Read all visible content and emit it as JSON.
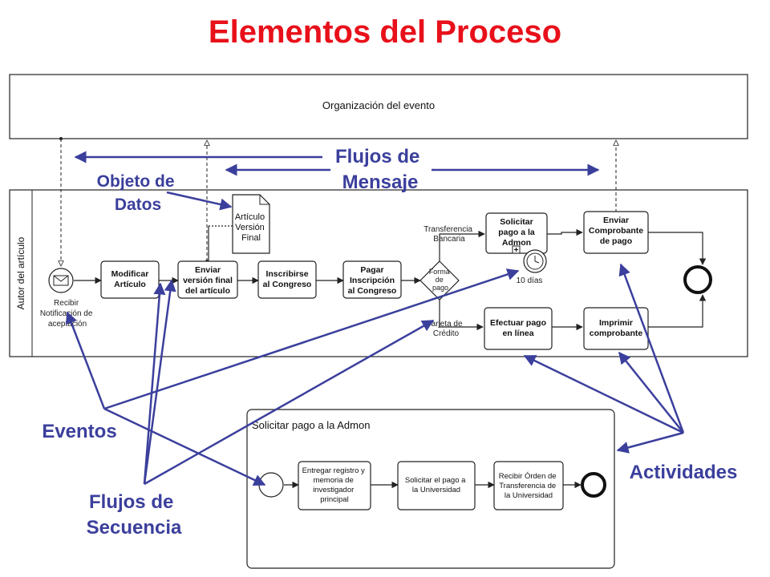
{
  "title": "Elementos del Proceso",
  "pool_top": {
    "label": "Organización del evento"
  },
  "pool_main": {
    "lane_label": "Autor del artículo"
  },
  "events": {
    "start": [
      "Recibir",
      "Notificación de",
      "aceptación"
    ],
    "timer": "10 días",
    "gateway_out_top": [
      "Transferencia",
      "Bancaria"
    ],
    "gateway_out_bottom": [
      "Tarjeta de",
      "Crédito"
    ]
  },
  "tasks": {
    "modificar": [
      "Modificar",
      "Artículo"
    ],
    "enviar_final": [
      "Enviar",
      "versión final",
      "del artículo"
    ],
    "inscribirse": [
      "Inscribirse",
      "al Congreso"
    ],
    "pagar": [
      "Pagar",
      "Inscripción",
      "al Congreso"
    ],
    "solicitar_pago": [
      "Solicitar",
      "pago a la",
      "Admon"
    ],
    "enviar_comprobante": [
      "Enviar",
      "Comprobante",
      "de pago"
    ],
    "efectuar_pago": [
      "Efectuar pago",
      "en línea"
    ],
    "imprimir": [
      "Imprimir",
      "comprobante"
    ]
  },
  "gateway": [
    "Forma",
    "de",
    "pago"
  ],
  "data_object": [
    "Artículo",
    "Versión",
    "Final"
  ],
  "subprocess": {
    "title": "Solicitar pago a la Admon",
    "t1": [
      "Entregar registro y",
      "memoria de",
      "investigador",
      "principal"
    ],
    "t2": [
      "Solicitar el pago a",
      "la Universidad"
    ],
    "t3": [
      "Recibir Órden de",
      "Transferencia de",
      "la Universidad"
    ]
  },
  "annotations": {
    "flujos_mensaje": [
      "Flujos de",
      "Mensaje"
    ],
    "objeto_datos": [
      "Objeto de",
      "Datos"
    ],
    "eventos": "Eventos",
    "flujos_secuencia": [
      "Flujos de",
      "Secuencia"
    ],
    "actividades": "Actividades"
  },
  "colors": {
    "title": "#e8101a",
    "annotation": "#3b3f9c",
    "diagram": "#222222"
  }
}
